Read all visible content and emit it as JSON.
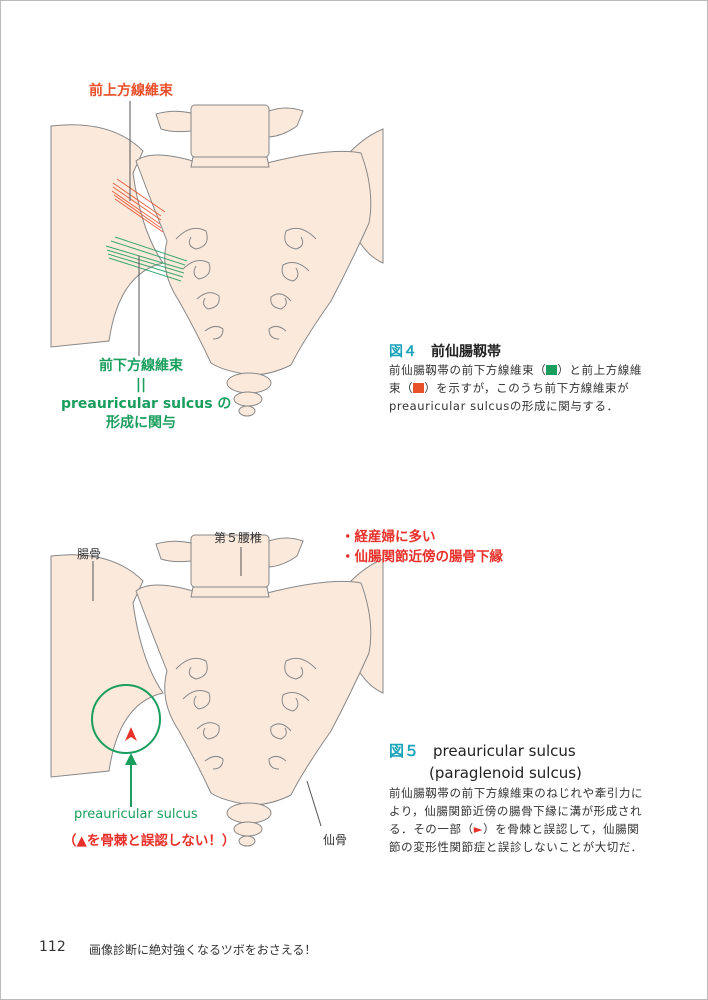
{
  "figure4": {
    "label_upper": "前上方線維束",
    "label_lower": [
      "前下方線維束",
      "||",
      "preauricular sulcus の",
      "形成に関与"
    ],
    "caption_num": "図４",
    "caption_title": "前仙腸靱帯",
    "caption_body_1": "前仙腸靱帯の前下方線維束（",
    "caption_body_2": "）と前上方線維束（",
    "caption_body_3": "）を示すが，このうち前下方線維束がpreauricular sulcusの形成に関与する．"
  },
  "figure5": {
    "label_vertebra": "第５腰椎",
    "label_ilium": "腸骨",
    "label_sacrum": "仙骨",
    "bullets": [
      "・経産婦に多い",
      "・仙腸関節近傍の腸骨下縁"
    ],
    "label_sulcus": "preauricular sulcus",
    "label_warning": "（▲を骨棘と誤認しない！）",
    "caption_num": "図５",
    "caption_title_1": "preauricular sulcus",
    "caption_title_2": "(paraglenoid sulcus)",
    "caption_body_1": "前仙腸靱帯の前下方線維束のねじれや牽引力により，仙腸関節近傍の腸骨下縁に溝が形成される．その一部（",
    "caption_body_2": "）を骨棘と誤認して，仙腸関節の変形性関節症と誤診しないことが大切だ．"
  },
  "footer": {
    "page_number": "112",
    "running_title": "画像診断に絶対強くなるツボをおさえる！"
  },
  "colors": {
    "figure_label": "#1aa3b8",
    "upper_bundle": "#e8502a",
    "lower_bundle": "#1a9e5e",
    "bone": "#fbe9dc"
  }
}
